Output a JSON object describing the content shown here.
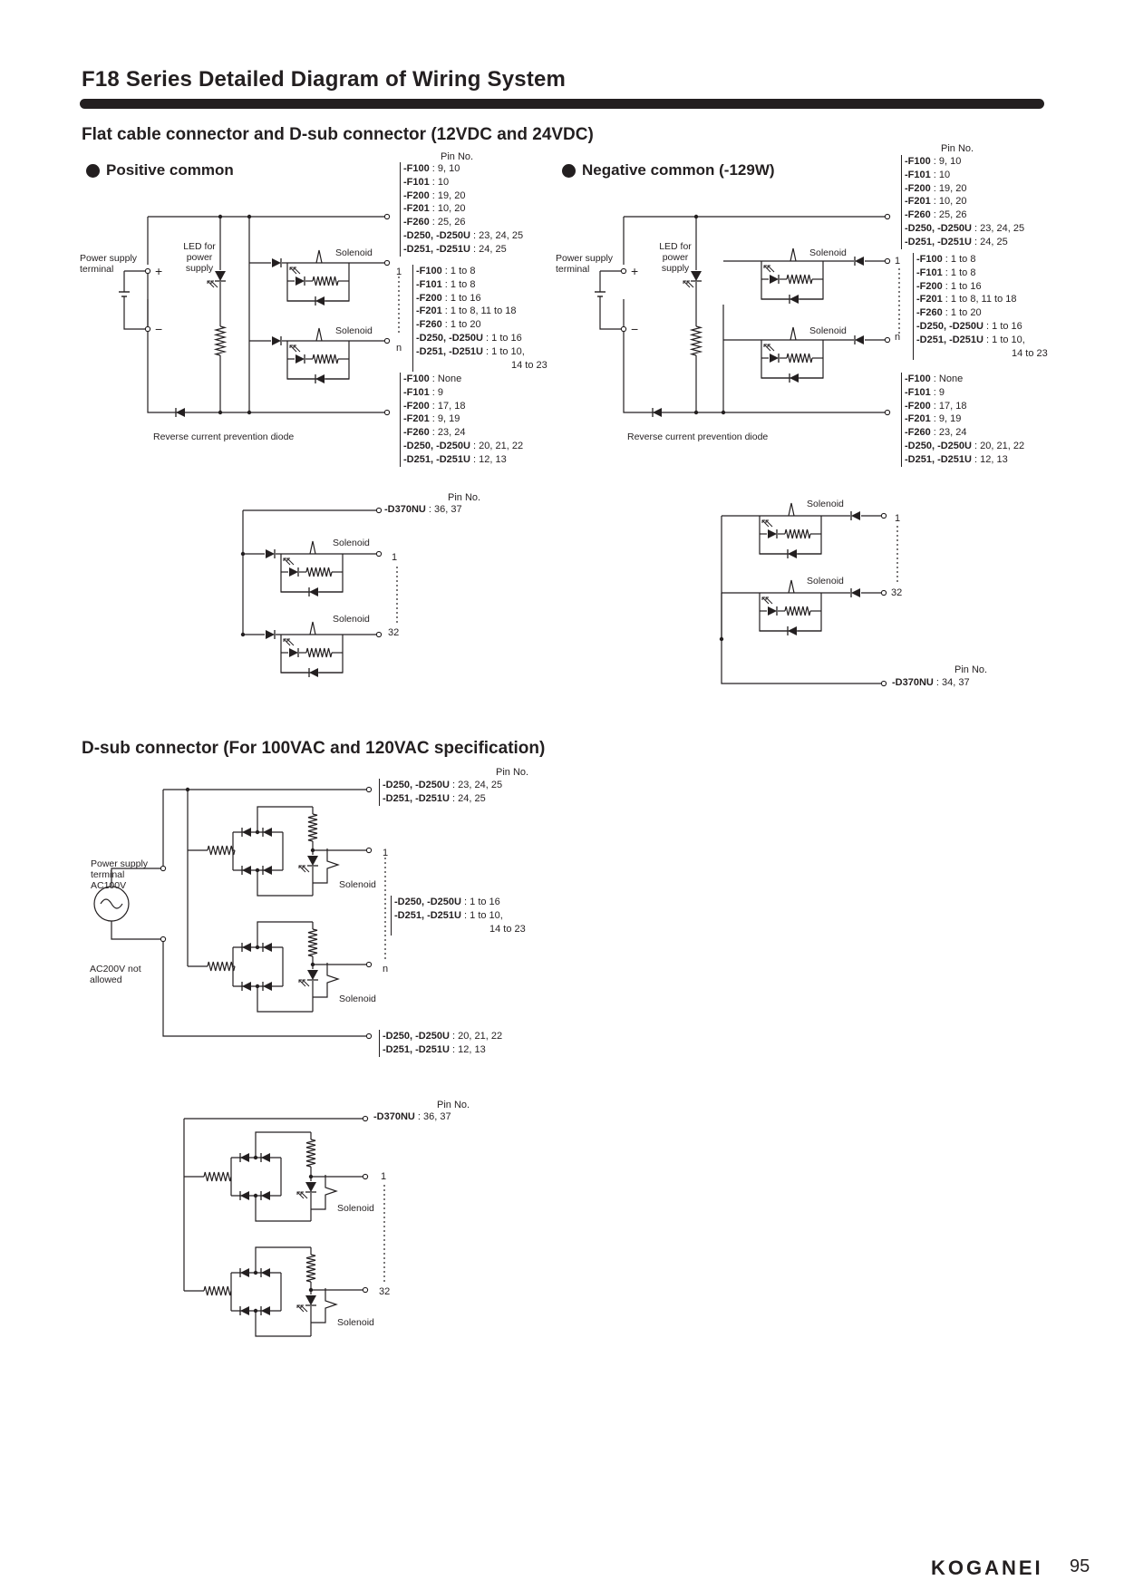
{
  "header": {
    "title": "F18 Series Detailed Diagram of Wiring System"
  },
  "section1": {
    "title": "Flat cable connector and D-sub connector (12VDC and 24VDC)",
    "positive": {
      "heading": "Positive common",
      "pin_head": "Pin No.",
      "power_label": "Power supply terminal",
      "led_label": "LED for power supply",
      "plus": "+",
      "minus": "−",
      "solenoid": "Solenoid",
      "first": "1",
      "last": "n",
      "diode_label": "Reverse current prevention diode",
      "top_pins": [
        {
          "model": "-F100",
          "pins": " : 9, 10"
        },
        {
          "model": "-F101",
          "pins": " : 10"
        },
        {
          "model": "-F200",
          "pins": " : 19, 20"
        },
        {
          "model": "-F201",
          "pins": " : 10, 20"
        },
        {
          "model": "-F260",
          "pins": " : 25, 26"
        },
        {
          "model": "-D250, -D250U",
          "pins": " : 23, 24, 25"
        },
        {
          "model": "-D251, -D251U",
          "pins": " : 24, 25"
        }
      ],
      "mid_pins": [
        {
          "model": "-F100",
          "pins": " : 1 to 8"
        },
        {
          "model": "-F101",
          "pins": " : 1 to 8"
        },
        {
          "model": "-F200",
          "pins": " : 1 to 16"
        },
        {
          "model": "-F201",
          "pins": " : 1 to 8, 11 to 18"
        },
        {
          "model": "-F260",
          "pins": " : 1 to 20"
        },
        {
          "model": "-D250, -D250U",
          "pins": " : 1 to 16"
        },
        {
          "model": "-D251, -D251U",
          "pins": " : 1 to 10,"
        },
        {
          "model": "",
          "pins": "14 to 23"
        }
      ],
      "bot_pins": [
        {
          "model": "-F100",
          "pins": " : None"
        },
        {
          "model": "-F101",
          "pins": " : 9"
        },
        {
          "model": "-F200",
          "pins": " : 17, 18"
        },
        {
          "model": "-F201",
          "pins": " : 9, 19"
        },
        {
          "model": "-F260",
          "pins": " : 23, 24"
        },
        {
          "model": "-D250, -D250U",
          "pins": " : 20, 21, 22"
        },
        {
          "model": "-D251, -D251U",
          "pins": " : 12, 13"
        }
      ]
    },
    "negative": {
      "heading": "Negative common (-129W)",
      "pin_head": "Pin No.",
      "power_label": "Power supply terminal",
      "led_label": "LED for power supply",
      "plus": "+",
      "minus": "−",
      "solenoid": "Solenoid",
      "first": "1",
      "last": "n",
      "diode_label": "Reverse current prevention diode",
      "top_pins": [
        {
          "model": "-F100",
          "pins": " : 9, 10"
        },
        {
          "model": "-F101",
          "pins": " : 10"
        },
        {
          "model": "-F200",
          "pins": " : 19, 20"
        },
        {
          "model": "-F201",
          "pins": " : 10, 20"
        },
        {
          "model": "-F260",
          "pins": " : 25, 26"
        },
        {
          "model": "-D250, -D250U",
          "pins": " : 23, 24, 25"
        },
        {
          "model": "-D251, -D251U",
          "pins": " : 24, 25"
        }
      ],
      "mid_pins": [
        {
          "model": "-F100",
          "pins": " : 1 to 8"
        },
        {
          "model": "-F101",
          "pins": " : 1 to 8"
        },
        {
          "model": "-F200",
          "pins": " : 1 to 16"
        },
        {
          "model": "-F201",
          "pins": " : 1 to 8, 11 to 18"
        },
        {
          "model": "-F260",
          "pins": " : 1 to 20"
        },
        {
          "model": "-D250, -D250U",
          "pins": " : 1 to 16"
        },
        {
          "model": "-D251, -D251U",
          "pins": " : 1 to 10,"
        },
        {
          "model": "",
          "pins": "14 to 23"
        }
      ],
      "bot_pins": [
        {
          "model": "-F100",
          "pins": " : None"
        },
        {
          "model": "-F101",
          "pins": " : 9"
        },
        {
          "model": "-F200",
          "pins": " : 17, 18"
        },
        {
          "model": "-F201",
          "pins": " : 9, 19"
        },
        {
          "model": "-F260",
          "pins": " : 23, 24"
        },
        {
          "model": "-D250, -D250U",
          "pins": " : 20, 21, 22"
        },
        {
          "model": "-D251, -D251U",
          "pins": " : 12, 13"
        }
      ]
    },
    "d370_pos": {
      "pin_head": "Pin No.",
      "model": "-D370NU",
      "pins": " : 36, 37",
      "solenoid": "Solenoid",
      "first": "1",
      "last": "32"
    },
    "d370_neg": {
      "pin_head": "Pin No.",
      "model": "-D370NU",
      "pins": " : 34, 37",
      "solenoid": "Solenoid",
      "first": "1",
      "last": "32"
    }
  },
  "section2": {
    "title": "D-sub connector (For 100VAC and 120VAC specification)",
    "pin_head": "Pin No.",
    "power_label": "Power supply terminal AC100V",
    "ac200_label": "AC200V not allowed",
    "solenoid": "Solenoid",
    "first": "1",
    "last": "n",
    "top_pins": [
      {
        "model": "-D250, -D250U",
        "pins": " : 23, 24, 25"
      },
      {
        "model": "-D251, -D251U",
        "pins": " : 24, 25"
      }
    ],
    "mid_pins": [
      {
        "model": "-D250, -D250U",
        "pins": " : 1 to 16"
      },
      {
        "model": "-D251, -D251U",
        "pins": " : 1 to 10,"
      },
      {
        "model": "",
        "pins": "14 to 23"
      }
    ],
    "bot_pins": [
      {
        "model": "-D250, -D250U",
        "pins": " : 20, 21, 22"
      },
      {
        "model": "-D251, -D251U",
        "pins": " : 12, 13"
      }
    ],
    "d370": {
      "pin_head": "Pin No.",
      "model": "-D370NU",
      "pins": " : 36, 37",
      "solenoid": "Solenoid",
      "first": "1",
      "last": "32"
    }
  },
  "footer": {
    "brand": "KOGANEI",
    "page": "95"
  }
}
